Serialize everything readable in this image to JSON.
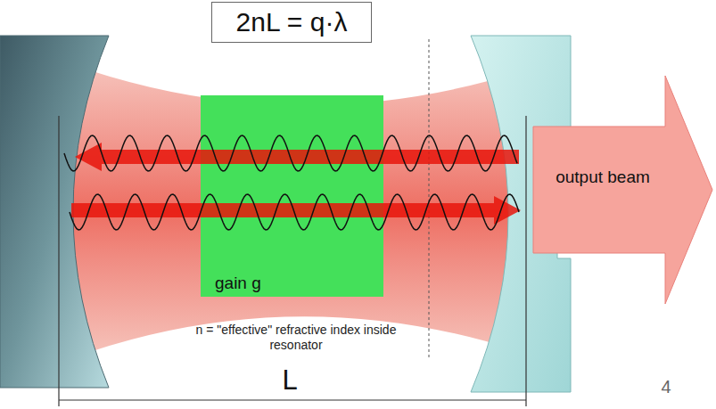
{
  "diagram": {
    "nodes": [
      {
        "text": [
          "2nL = q·λ"
        ]
      },
      {
        "text": [
          "gain g"
        ]
      },
      {
        "text": [
          "output beam"
        ]
      }
    ],
    "labels": [
      "n = \"effective\" refractive index inside resonator",
      "L",
      "4"
    ]
  }
}
